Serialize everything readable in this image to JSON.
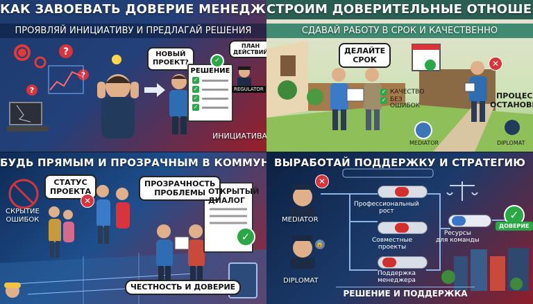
{
  "panels": {
    "p1": {
      "title": "КАК ЗАВОЕВАТЬ ДОВЕРИЕ МЕНЕДЖЕРА",
      "subtitle": "ПРОЯВЛЯЙ ИНИЦИАТИВУ И ПРЕДЛАГАЙ РЕШЕНИЯ",
      "bubble_new_project": "НОВЫЙ\nПРОЕКТ?",
      "bubble_action_plan": "ПЛАН\nДЕЙСТВИЙ",
      "doc_title": "РЕШЕНИЕ",
      "regulator": "REGULATOR",
      "footer": "ИНИЦИАТИВА"
    },
    "p2": {
      "title": "СТРОИМ ДОВЕРИТЕЛЬНЫЕ ОТНОШЕНИЯ",
      "subtitle": "СДАВАЙ РАБОТУ В СРОК И КАЧЕСТВЕННО",
      "bubble_deadline": "ДЕЛАЙТЕ\nСРОК",
      "check_quality": "КАЧЕСТВО",
      "check_no_errors": "БЕЗ\nОШИБОК",
      "process_stop": "ПРОЦЕСС\nОСТАНОВКИ",
      "mediator": "MEDIATOR",
      "diplomat": "DIPLOMAT"
    },
    "p3": {
      "title": "БУДЬ ПРЯМЫМ И ПРОЗРАЧНЫМ В КОММУНИКАЦИИ",
      "bubble_status": "СТАТУС\nПРОЕКТА",
      "bubble_transparency": "ПРОЗРАЧНОСТЬ\nПРОБЛЕМЫ",
      "bubble_open_dialog": "ОТКРЫТЫЙ\nДИАЛОГ",
      "hiding_errors": "СКРЫТИЕ\nОШИБОК",
      "footer": "ЧЕСТНОСТЬ И ДОВЕРИЕ"
    },
    "p4": {
      "title": "ВЫРАБОТАЙ ПОДДЕРЖКУ И СТРАТЕГИЮ",
      "mediator": "MEDIATOR",
      "diplomat": "DIPLOMAT",
      "opt_growth": "Профессиональный\nрост",
      "opt_joint": "Совместные\nпроекты",
      "opt_support": "Поддержка\nменеджера",
      "resources": "Ресурсы\nдля команды",
      "trust": "ДОВЕРИЕ",
      "footer": "РЕШЕНИЕ И ПОДДЕРЖКА"
    }
  },
  "colors": {
    "accent_red": "#d9333b",
    "accent_green": "#29a845",
    "navy": "#1b3a6a",
    "teal_header": "#2b5e52"
  }
}
